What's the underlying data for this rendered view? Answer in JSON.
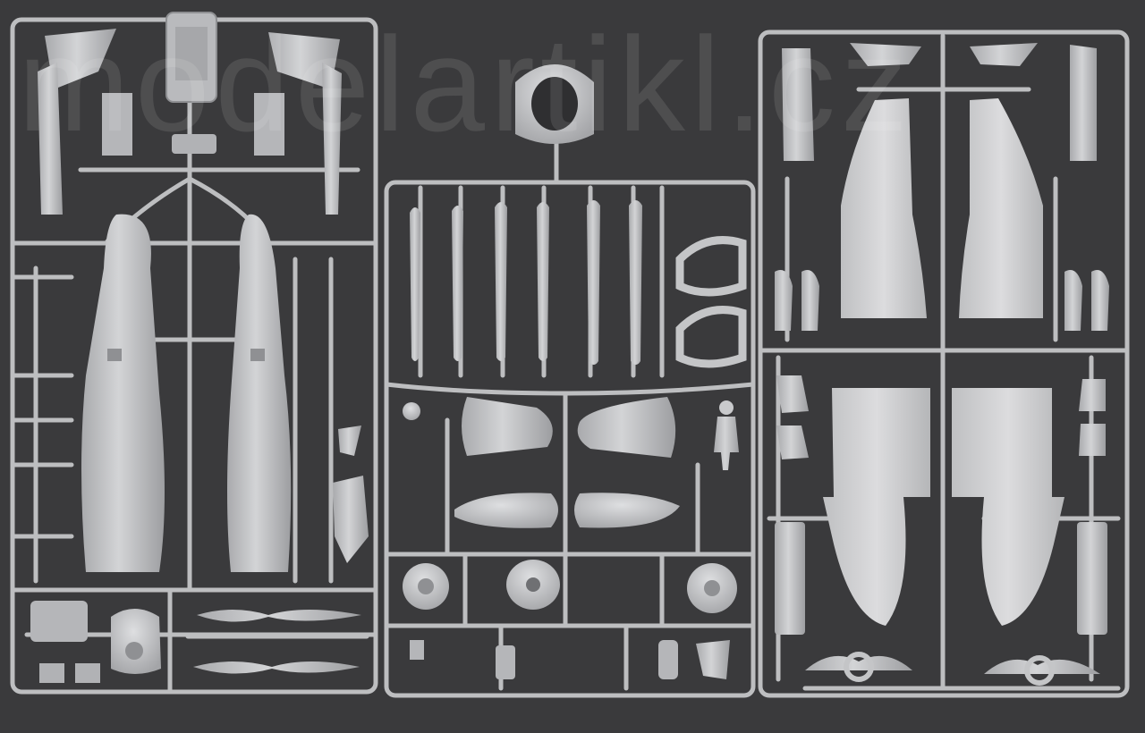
{
  "watermark": {
    "text": "modelartikl.cz"
  },
  "colors": {
    "background": "#3a3a3c",
    "plastic": "#c4c5c7",
    "plastic_light": "#d8d9db",
    "plastic_shadow": "#8f9093"
  },
  "sprues": [
    {
      "label": "left-sprue-frame"
    },
    {
      "label": "center-sprue-frame"
    },
    {
      "label": "right-sprue-frame"
    }
  ]
}
